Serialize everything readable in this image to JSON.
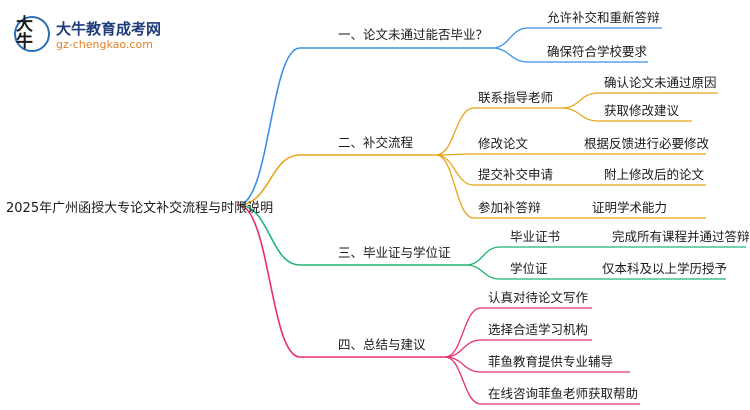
{
  "logo": {
    "badge_text": "大牛",
    "title": "大牛教育成考网",
    "url": "gz-chengkao.com"
  },
  "root": "2025年广州函授大专论文补交流程与时限说明",
  "colors": {
    "branch1": "#3b8fe6",
    "branch2": "#e7a51a",
    "branch3": "#22b573",
    "branch4": "#e6306f"
  },
  "branches": [
    {
      "label": "一、论文未通过能否毕业？",
      "children": [
        {
          "label": "允许补交和重新答辩"
        },
        {
          "label": "确保符合学校要求"
        }
      ]
    },
    {
      "label": "二、补交流程",
      "children": [
        {
          "label": "联系指导老师",
          "children": [
            {
              "label": "确认论文未通过原因"
            },
            {
              "label": "获取修改建议"
            }
          ]
        },
        {
          "label": "修改论文",
          "children": [
            {
              "label": "根据反馈进行必要修改"
            }
          ]
        },
        {
          "label": "提交补交申请",
          "children": [
            {
              "label": "附上修改后的论文"
            }
          ]
        },
        {
          "label": "参加补答辩",
          "children": [
            {
              "label": "证明学术能力"
            }
          ]
        }
      ]
    },
    {
      "label": "三、毕业证与学位证",
      "children": [
        {
          "label": "毕业证书",
          "children": [
            {
              "label": "完成所有课程并通过答辩"
            }
          ]
        },
        {
          "label": "学位证",
          "children": [
            {
              "label": "仅本科及以上学历授予"
            }
          ]
        }
      ]
    },
    {
      "label": "四、总结与建议",
      "children": [
        {
          "label": "认真对待论文写作"
        },
        {
          "label": "选择合适学习机构"
        },
        {
          "label": "菲鱼教育提供专业辅导"
        },
        {
          "label": "在线咨询菲鱼老师获取帮助"
        }
      ]
    }
  ]
}
